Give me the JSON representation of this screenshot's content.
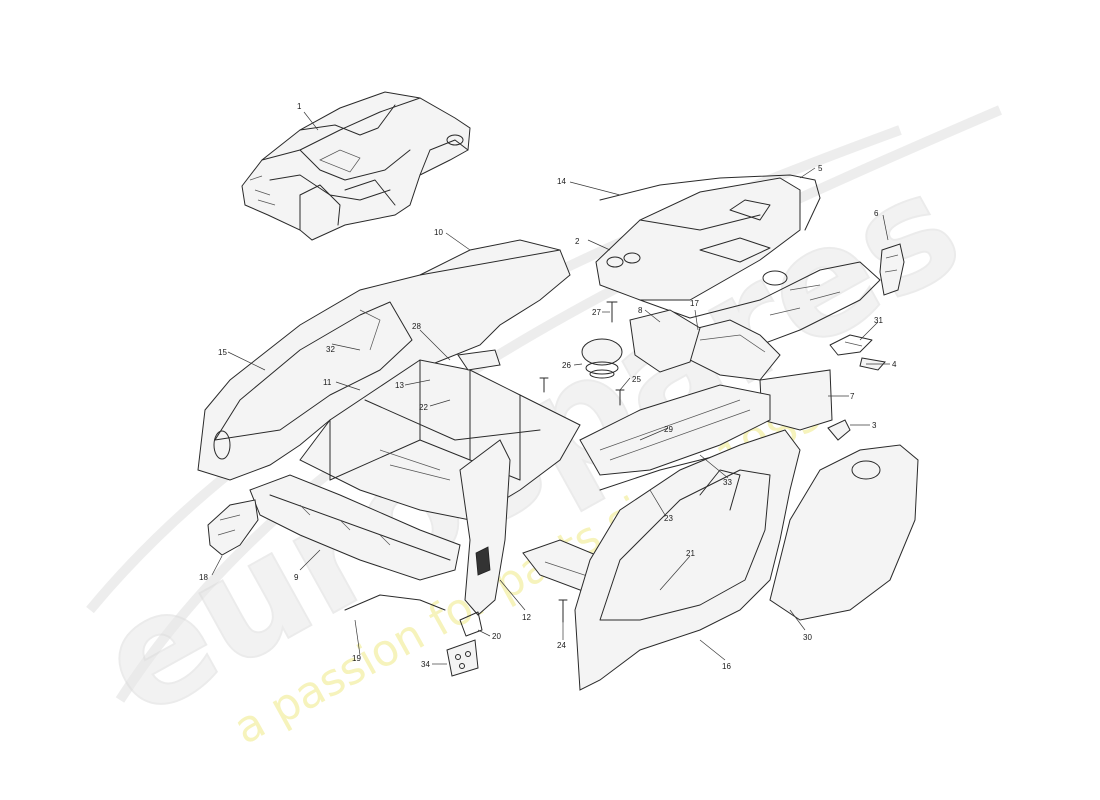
{
  "watermark": {
    "logo_text": "eurospares",
    "tagline": "a passion for parts since 1985",
    "logo_color": "#e5e5e5",
    "tagline_color": "#f0ec9a"
  },
  "callouts": {
    "c1": "1",
    "c2": "2",
    "c3": "3",
    "c4": "4",
    "c5": "5",
    "c6": "6",
    "c7": "7",
    "c8": "8",
    "c9": "9",
    "c10": "10",
    "c11": "11",
    "c12": "12",
    "c13": "13",
    "c14": "14",
    "c15": "15",
    "c16": "16",
    "c17": "17",
    "c18": "18",
    "c19": "19",
    "c20": "20",
    "c21": "21",
    "c22": "22",
    "c23": "23",
    "c24": "24",
    "c25": "25",
    "c26": "26",
    "c27": "27",
    "c28": "28",
    "c29": "29",
    "c30": "30",
    "c31": "31",
    "c32": "32",
    "c33": "33",
    "c34": "34"
  }
}
